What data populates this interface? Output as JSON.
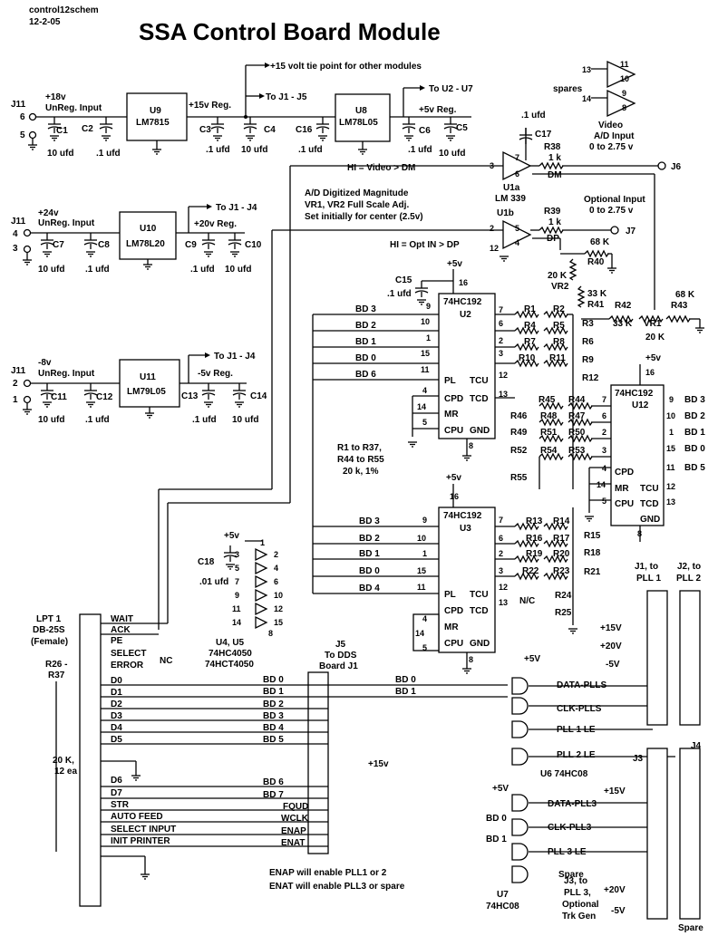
{
  "header": {
    "file": "control12schem",
    "date": "12-2-05",
    "title": "SSA Control Board Module"
  },
  "power": {
    "j11": "J11",
    "in18": "+18v",
    "unreg": "UnReg. Input",
    "u9": "U9",
    "u9p": "LM7815",
    "reg15": "+15v Reg.",
    "tie": "+15 volt tie point for other modules",
    "toj1j5": "To J1 - J5",
    "u8": "U8",
    "u8p": "LM78L05",
    "tou2u7": "To U2 - U7",
    "reg5": "+5v Reg.",
    "in24": "+24v",
    "u10": "U10",
    "u10p": "LM78L20",
    "toj1j4": "To J1 - J4",
    "reg20": "+20v Reg.",
    "inm8": "-8v",
    "u11": "U11",
    "u11p": "LM79L05",
    "regm5": "-5v Reg.",
    "c1": "C1",
    "c2": "C2",
    "c3": "C3",
    "c4": "C4",
    "c5": "C5",
    "c6": "C6",
    "c7": "C7",
    "c8": "C8",
    "c9": "C9",
    "c10": "C10",
    "c11": "C11",
    "c12": "C12",
    "c13": "C13",
    "c14": "C14",
    "c16": "C16",
    "c17": "C17",
    "v10": "10 ufd",
    "v01": ".1 ufd",
    "pin6": "6",
    "pin5": "5",
    "pin4": "4",
    "pin3": "3",
    "pin2": "2",
    "pin1": "1"
  },
  "comparators": {
    "spares": "spares",
    "u1a": "U1a",
    "lm339": "LM 339",
    "u1b": "U1b",
    "video": "Video",
    "vad": "A/D Input",
    "vrange": "0 to 2.75 v",
    "j6": "J6",
    "optin": "Optional  Input",
    "j7": "J7",
    "r38": "R38",
    "r39": "R39",
    "r1k": "1 k",
    "dm": "DM",
    "dp": "DP",
    "hivideo": "HI = Video > DM",
    "hiopt": "HI = Opt IN > DP",
    "ad1": "A/D Digitized Magnitude",
    "ad2": "VR1, VR2 Full Scale Adj.",
    "ad3": "Set initially for center (2.5v)",
    "r40": "R40",
    "r41": "R41",
    "r42": "R42",
    "r43": "R43",
    "k68": "68 K",
    "k33": "33 K",
    "k20": "20 K",
    "vr1": "VR1",
    "vr2": "VR2",
    "k20b": "20 K"
  },
  "counters": {
    "u2": "U2",
    "u3": "U3",
    "u12": "U12",
    "part": "74HC192",
    "c15": "C15",
    "plus5": "+5v",
    "pins": {
      "pl": "PL",
      "cpd": "CPD",
      "mr": "MR",
      "cpu": "CPU",
      "tcu": "TCU",
      "tcd": "TCD",
      "gnd": "GND"
    },
    "bd3": "BD 3",
    "bd2": "BD 2",
    "bd1": "BD 1",
    "bd0": "BD 0",
    "bd6": "BD 6",
    "bd4": "BD 4",
    "bd5": "BD 5",
    "rnote1": "R1 to R37,",
    "rnote2": "R44 to R55",
    "rnote3": "20 k, 1%",
    "nc": "N/C"
  },
  "lpt": {
    "title": "LPT 1",
    "conn": "DB-25S",
    "female": "(Female)",
    "r26": "R26 -",
    "r37": "R37",
    "pull": "20 K,",
    "pull2": "12 ea",
    "sig": [
      "WAIT",
      "ACK",
      "PE",
      "SELECT",
      "ERROR",
      "D0",
      "D1",
      "D2",
      "D3",
      "D4",
      "D5",
      "D6",
      "D7",
      "STR",
      "AUTO FEED",
      "SELECT INPUT",
      "INIT PRINTER"
    ],
    "nc": "NC"
  },
  "buffers": {
    "u45": "U4, U5",
    "p1": "74HC4050",
    "p2": "74HCT4050",
    "c18": "C18",
    "c18v": ".01 ufd"
  },
  "j5": {
    "title": "J5",
    "sub": "To DDS",
    "sub2": "Board J1",
    "sig": [
      "BD 0",
      "BD 1",
      "BD 2",
      "BD 3",
      "BD 4",
      "BD 5",
      "BD 6",
      "BD 7",
      "FQUD",
      "WCLK",
      "ENAP",
      "ENAT"
    ]
  },
  "gates": {
    "u6": "U6  74HC08",
    "u7": "U7",
    "u7p": "74HC08",
    "dpll": "DATA-PLLS",
    "cpll": "CLK-PLLS",
    "pll2": "PLL 2 LE",
    "pll1": "PLL 1 LE",
    "d3": "DATA-PLL3",
    "c3": "CLK-PLL3",
    "p3": "PLL 3 LE",
    "spare": "Spare",
    "plus5": "+5V"
  },
  "notes": {
    "n1": "ENAP will enable PLL1  or  2",
    "n2": "ENAT will enable PLL3  or  spare"
  },
  "jacks": {
    "j1": "J1, to",
    "pll1": "PLL 1",
    "j2": "J2, to",
    "pll2": "PLL 2",
    "p15": "+15V",
    "p20": "+20V",
    "m5": "-5V",
    "j3": "J3",
    "j4": "J4",
    "j3b": "J3, to",
    "pll3": "PLL 3,",
    "opt": "Optional",
    "trk": "Trk Gen",
    "spare": "Spare",
    "p20b": "+20V",
    "m5b": "-5V"
  }
}
